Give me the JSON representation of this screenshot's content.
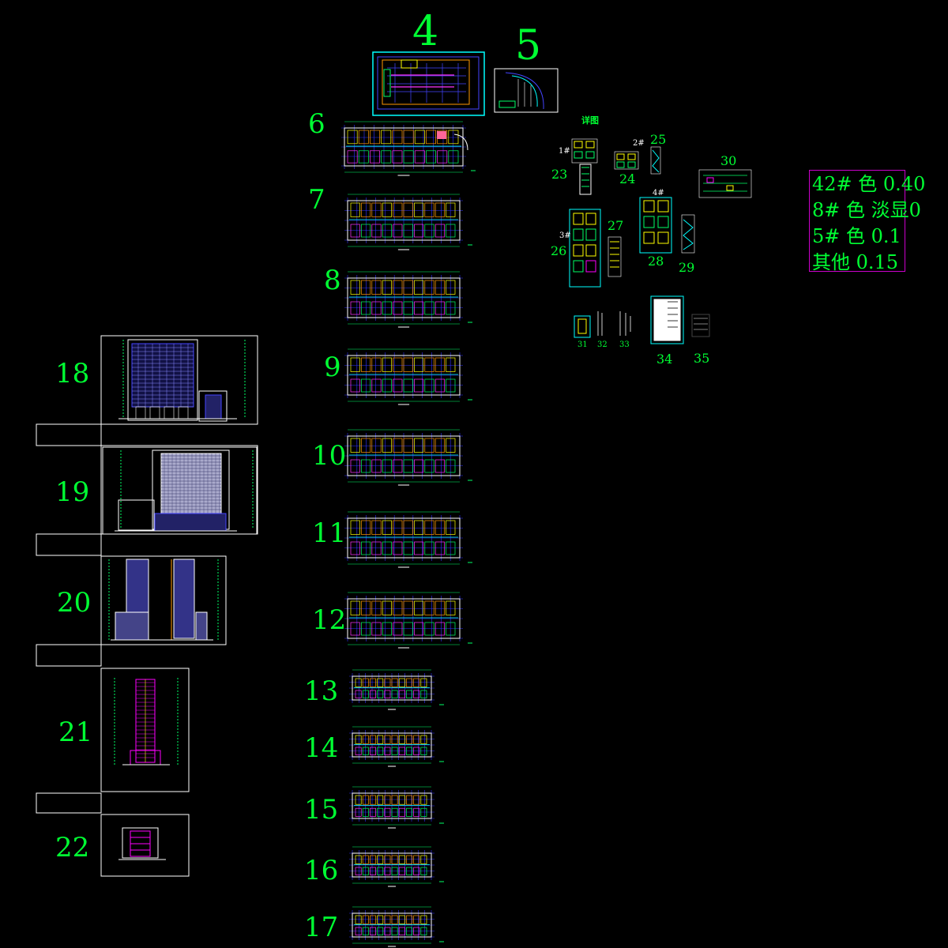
{
  "canvas": {
    "background": "#000000",
    "label_color": "#00ff33",
    "frame_color": "#ffffff",
    "frame_cyan": "#00ffff",
    "legend_border_color": "#cc00cc"
  },
  "sheet_numbers": {
    "n4": "4",
    "n5": "5",
    "n6": "6",
    "n7": "7",
    "n8": "8",
    "n9": "9",
    "n10": "10",
    "n11": "11",
    "n12": "12",
    "n13": "13",
    "n14": "14",
    "n15": "15",
    "n16": "16",
    "n17": "17",
    "n18": "18",
    "n19": "19",
    "n20": "20",
    "n21": "21",
    "n22": "22",
    "n23": "23",
    "n24": "24",
    "n25": "25",
    "n26": "26",
    "n27": "27",
    "n28": "28",
    "n29": "29",
    "n30": "30",
    "n31": "31",
    "n32": "32",
    "n33": "33",
    "n34": "34",
    "n35": "35"
  },
  "detail_labels": {
    "title": "详图",
    "d1": "1#",
    "d2": "2#",
    "d3": "3#",
    "d4": "4#"
  },
  "legend": {
    "row1": "42# 色 0.40",
    "row2": "8# 色 淡显0",
    "row3": "5# 色 0.1",
    "row4": "其他 0.15"
  }
}
